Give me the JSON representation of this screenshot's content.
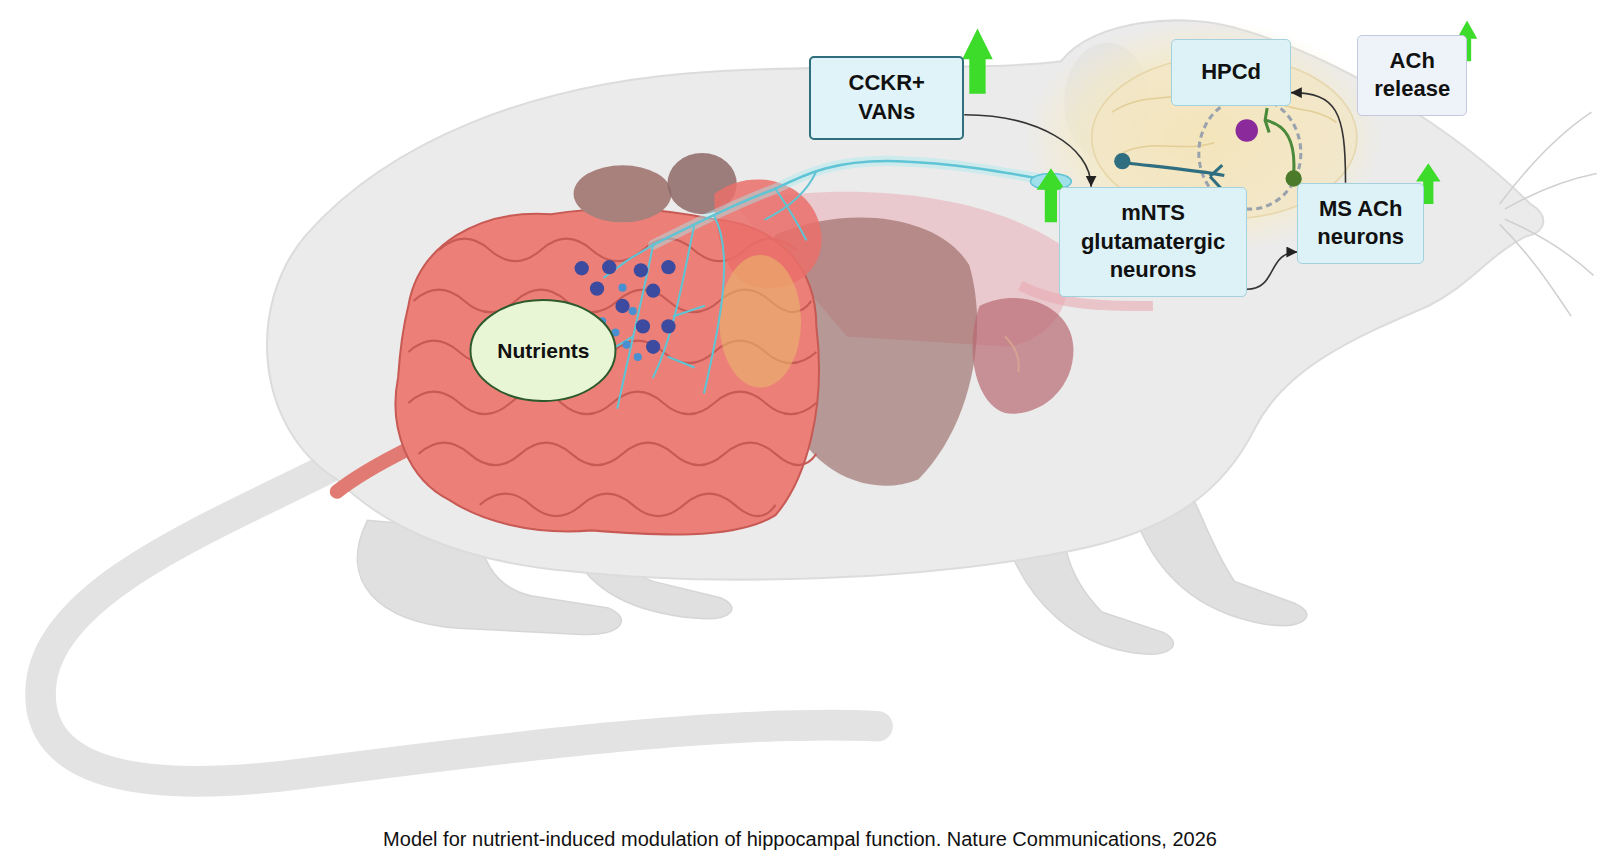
{
  "diagram": {
    "caption": "Model for nutrient-induced modulation of hippocampal function. Nature Communications, 2026",
    "nodes": [
      {
        "text": [
          "CCKR+ VANs"
        ]
      },
      {
        "text": [
          "HPCd"
        ]
      },
      {
        "text": [
          "ACh release"
        ]
      },
      {
        "text": [
          "mNTS glutamatergic neurons"
        ]
      },
      {
        "text": [
          "MS ACh neurons"
        ]
      },
      {
        "text": [
          "Nutrients"
        ]
      }
    ],
    "edges": [
      {
        "from": 0,
        "to": 3,
        "arrow": "to"
      },
      {
        "from": 3,
        "to": 4,
        "arrow": "to"
      },
      {
        "from": 4,
        "to": 1,
        "arrow": "to"
      }
    ]
  }
}
